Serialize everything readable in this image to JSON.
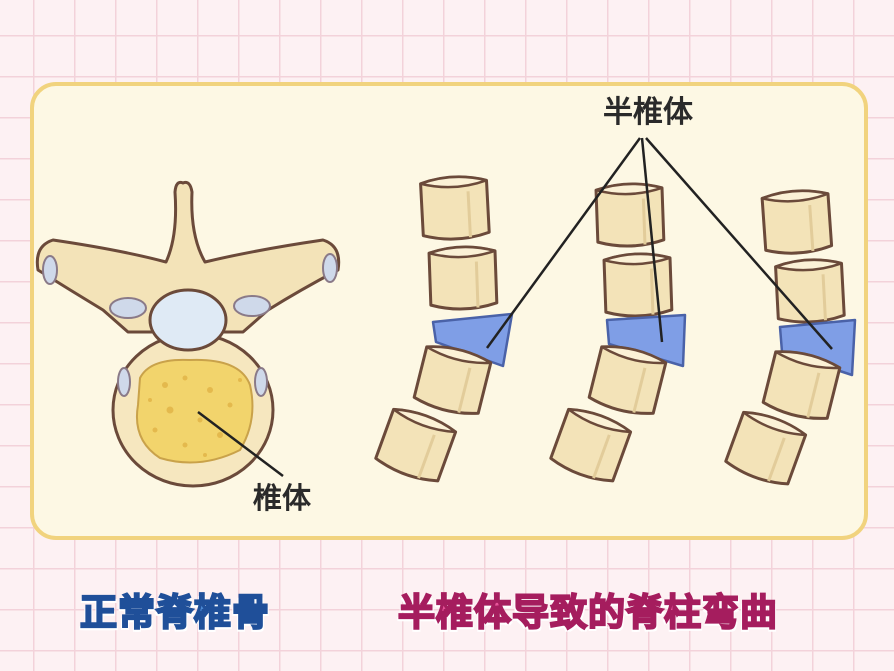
{
  "labels": {
    "vertebral_body": "椎体",
    "hemivertebra": "半椎体"
  },
  "captions": {
    "normal": "正常脊椎骨",
    "abnormal": "半椎体导致的脊柱弯曲"
  },
  "colors": {
    "bone": "#f3e3b8",
    "bone_outline": "#6b4a3a",
    "hemivertebra": "#7f9ee6",
    "vertebral_body": "#f2d46c",
    "panel_border": "#f1d37e",
    "caption_normal": "#4d8bd6",
    "caption_abnormal": "#e7559a"
  }
}
